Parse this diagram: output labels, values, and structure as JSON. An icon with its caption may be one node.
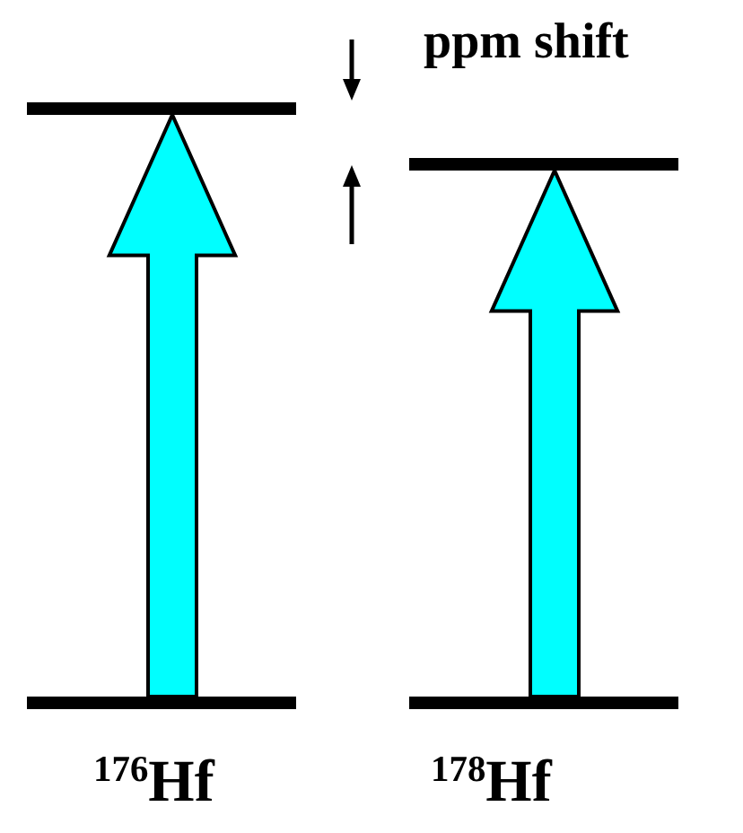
{
  "diagram": {
    "nodes": [
      {
        "text": [],
        "shape": "bar"
      },
      {
        "text": [],
        "shape": "bar"
      },
      {
        "text": [],
        "shape": "bar"
      },
      {
        "text": [],
        "shape": "bar"
      }
    ],
    "edges": [
      {
        "from": 1,
        "to": 0,
        "arrow": "to",
        "style": "thick",
        "color": "#00ffff"
      },
      {
        "from": 3,
        "to": 2,
        "arrow": "to",
        "style": "thick",
        "color": "#00ffff"
      }
    ],
    "labels": [
      "ppm shift",
      "$^{176}$Hf",
      "$^{178}$Hf"
    ]
  }
}
